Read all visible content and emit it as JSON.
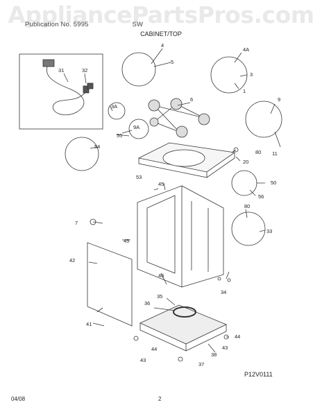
{
  "watermark": "AppliancePartsPros.com",
  "header": {
    "publication_label": "Publication No. 5995",
    "model_label": "SW",
    "section_title": "CABINET/TOP"
  },
  "footer": {
    "date": "04/08",
    "page": "2",
    "drawing_code": "P12V0111"
  },
  "callouts": {
    "c1": "1",
    "c3": "3",
    "c3A": "3A",
    "c4": "4",
    "c4A": "4A",
    "c5": "5",
    "c6": "6",
    "c7": "7",
    "c9": "9",
    "c9A": "9A",
    "c11": "11",
    "c20": "20",
    "c31": "31",
    "c32": "32",
    "c33": "33",
    "c34": "34",
    "c35": "35",
    "c36": "36",
    "c37": "37",
    "c38": "38",
    "c41": "41",
    "c42": "42",
    "c43a": "43",
    "c43b": "43",
    "c44a": "44",
    "c44b": "44",
    "c45a": "45",
    "c45b": "45",
    "c46": "46",
    "c50": "50",
    "c53": "53",
    "c54": "54",
    "c55": "55",
    "c56": "56",
    "c80a": "80",
    "c80b": "80"
  }
}
